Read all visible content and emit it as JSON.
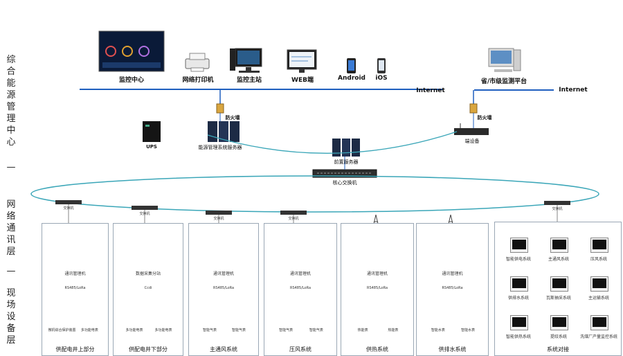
{
  "side_labels": {
    "top": "综合能源管理中心",
    "sep1": "—",
    "middle": "网络通讯层",
    "sep2": "—",
    "bottom": "现场设备层"
  },
  "top_row": {
    "monitor_center": "监控中心",
    "network_printer": "网络打印机",
    "monitor_station": "监控主站",
    "web": "WEB端",
    "android": "Android",
    "ios": "iOS",
    "internet_left": "Internet",
    "provincial_platform": "省/市级监测平台",
    "internet_right": "Internet"
  },
  "middle_row": {
    "firewall_left": "防火墙",
    "firewall_right": "防火墙",
    "ups": "UPS",
    "energy_server": "能源管理系统服务器",
    "gateway": "端设备",
    "front_server": "前置服务器",
    "core_switch": "核心交换机"
  },
  "switch_label": "交换机",
  "tag_4g": "4G",
  "panels": [
    {
      "title": "供配电井上部分",
      "gateway": "通讯管理机",
      "bus": "RS485/LoRa",
      "devices": [
        "微机综合保护装置",
        "多功能电表"
      ]
    },
    {
      "title": "供配电井下部分",
      "gateway": "数据采集分站",
      "bus": "Ccdi",
      "devices": [
        "多功能电表",
        "多功能电表"
      ]
    },
    {
      "title": "主通风系统",
      "gateway": "通讯管理机",
      "bus": "RS485/LoRa",
      "devices": [
        "智能气表",
        "智能气表"
      ]
    },
    {
      "title": "压风系统",
      "gateway": "通讯管理机",
      "bus": "RS485/LoRa",
      "devices": [
        "智能气表",
        "智能气表"
      ]
    },
    {
      "title": "供热系统",
      "gateway": "通讯管理机",
      "bus": "RS485/LoRa",
      "devices": [
        "热能表",
        "热能表"
      ]
    },
    {
      "title": "供排水系统",
      "gateway": "通讯管理机",
      "bus": "RS485/LoRa",
      "devices": [
        "智能水表",
        "智能水表"
      ]
    }
  ],
  "systems_panel": {
    "title": "系统对接",
    "items": [
      "智能供电系统",
      "主通风系统",
      "压风系统",
      "供排水系统",
      "瓦斯抽采系统",
      "主运输系统",
      "智能供热系统",
      "提绞系统",
      "洗煤厂产量监控系统"
    ]
  },
  "colors": {
    "line": "#1f5fbf",
    "ring": "#3aa6b8",
    "box": "#9aa7b5"
  }
}
